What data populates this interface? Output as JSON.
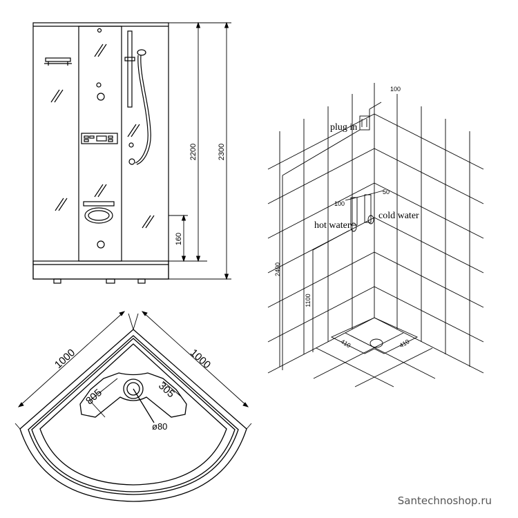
{
  "front_view": {
    "height_panel": "2200",
    "height_total": "2300",
    "height_tray": "160"
  },
  "top_view": {
    "side_a": "1000",
    "side_b": "1000",
    "inner_a": "805",
    "inner_b": "305",
    "drain": "ø80"
  },
  "iso_view": {
    "plug_label": "plug in",
    "hot_label": "hot water",
    "cold_label": "cold water",
    "height_2400": "2400",
    "height_1100": "1100",
    "offset_100_top": "100",
    "offset_100": "100",
    "offset_50": "50",
    "floor_410_left": "410",
    "floor_410_right": "410"
  },
  "watermark": "Santechnoshop.ru",
  "colors": {
    "line": "#000000",
    "background": "#ffffff",
    "watermark": "#555555"
  }
}
